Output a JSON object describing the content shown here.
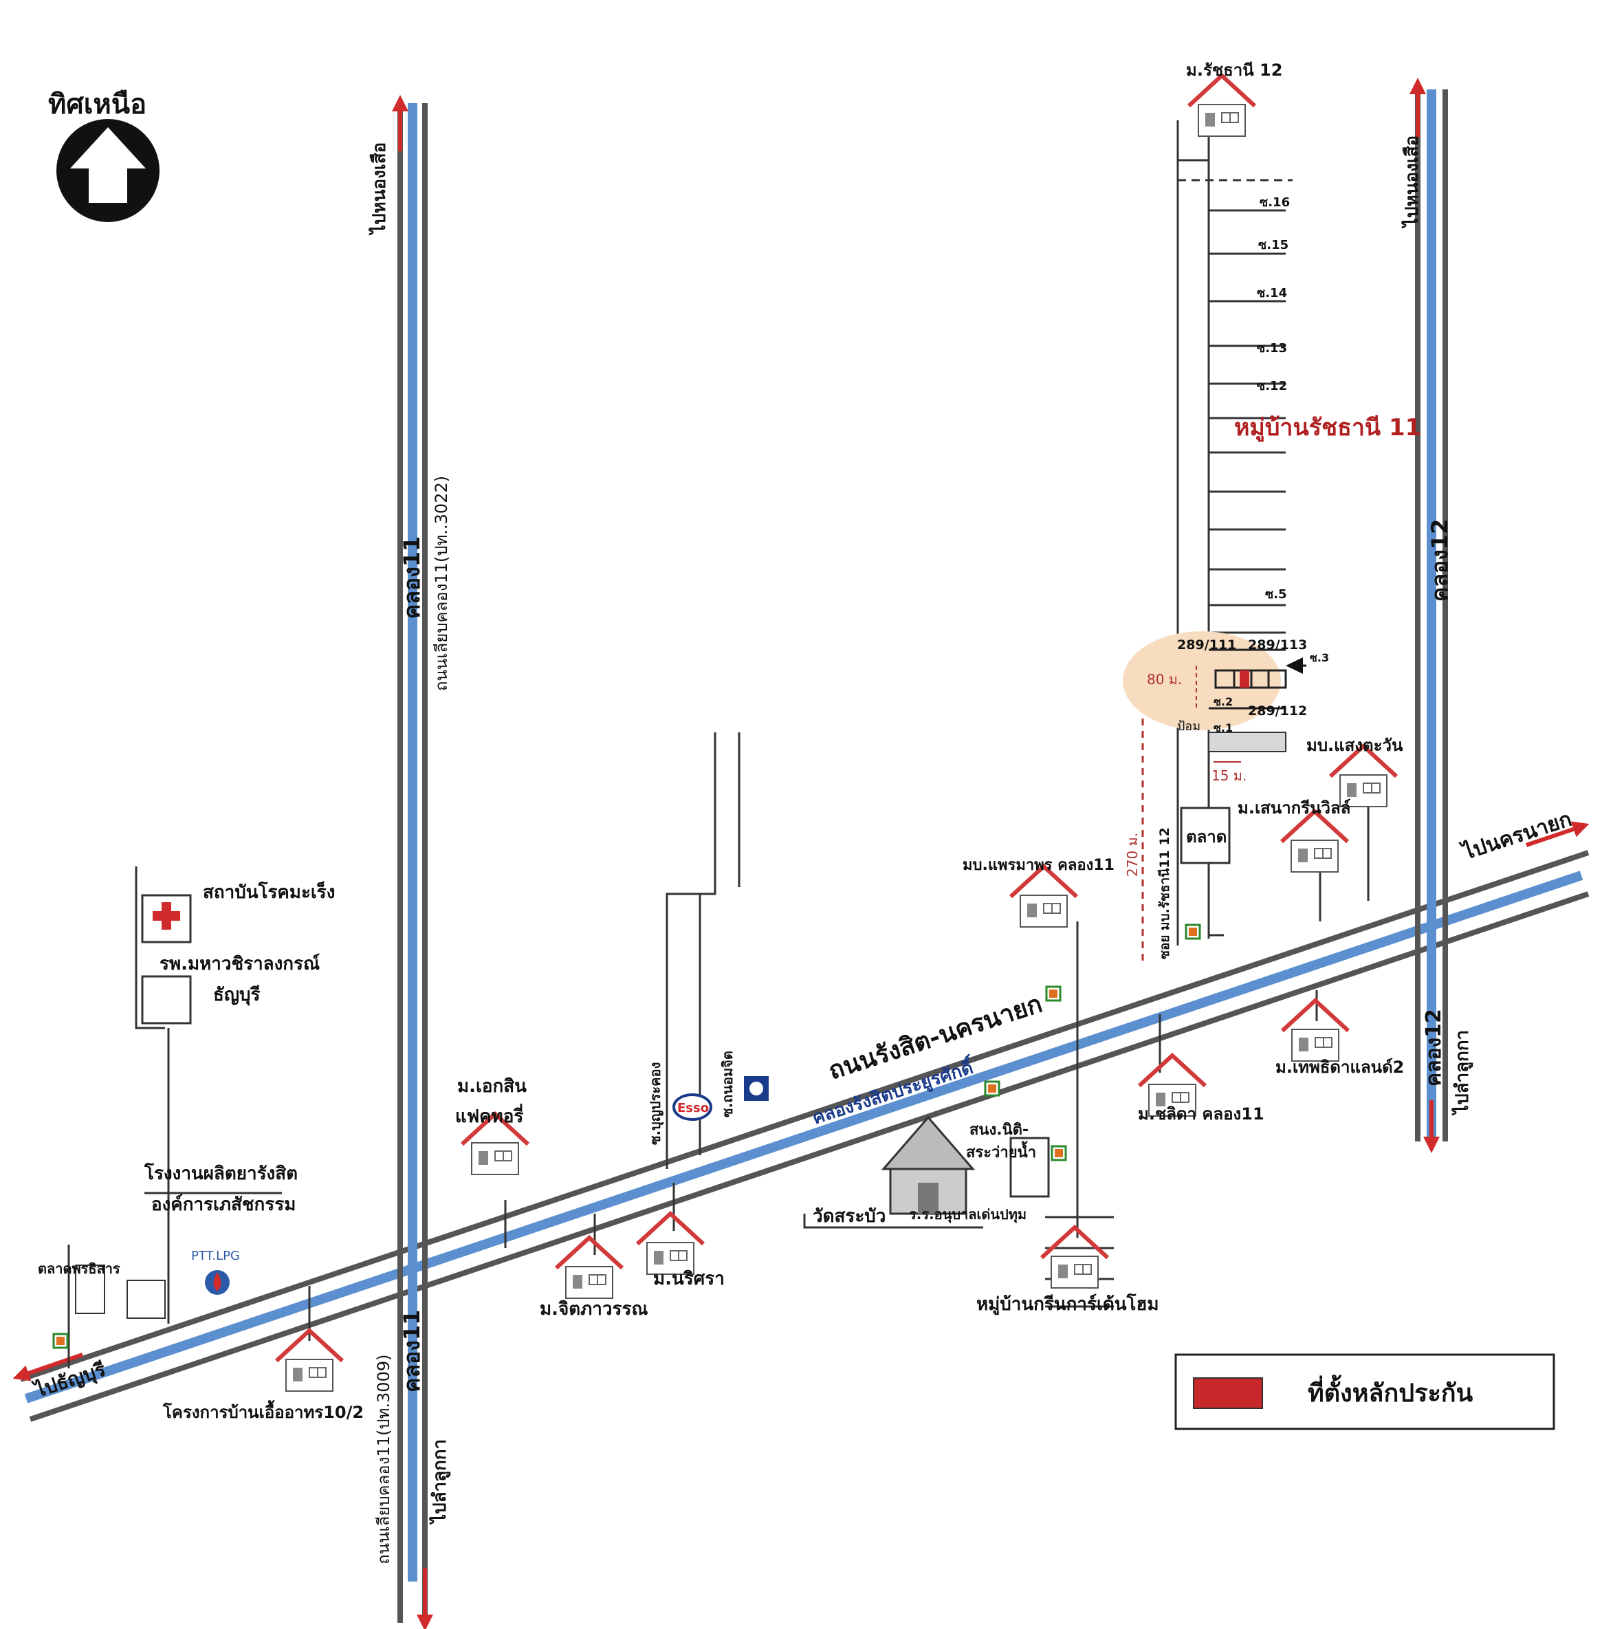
{
  "north": {
    "label": "ทิศเหนือ",
    "icon": "north-arrow-icon"
  },
  "roads": {
    "main_road": "ถนนรังสิต-นครนายก",
    "main_canal": "คลองรังสิตประยูรศักดิ์",
    "to_nakhon_nayok": "ไปนครนายก",
    "to_thanyaburi": "ไปธัญบุรี",
    "klong11_canal_top": "คลอง11",
    "klong11_canal_bottom": "คลอง11",
    "klong11_road_north": "ถนนเลียบคลอง11(ปท..3022)",
    "klong11_road_south": "ถนนเลียบคลอง11(ปท.3009)",
    "to_nong_suea_left": "ไปหนองเสือ",
    "to_lam_luk_ka_left": "ไปลำลูกกา",
    "klong12_top": "คลอง12",
    "klong12_bottom": "คลอง12",
    "to_nong_suea_right": "ไปหนองเสือ",
    "to_lam_luk_ka_right": "ไปลำลูกกา",
    "soi_bunprakong": "ซ.บุญประคอง",
    "soi_thanomchit": "ซ.ถนอมจิต",
    "soi_ratchathani": "ซอย มบ.รัชธานี11   12"
  },
  "places": {
    "cancer_institute": "สถาบันโรคมะเร็ง",
    "hospital_line1": "รพ.มหาวชิราลงกรณ์",
    "hospital_line2": "ธัญบุรี",
    "factory_line1": "โรงงานผลิตยารังสิต",
    "factory_line2": "องค์การเภสัชกรรม",
    "market_left": "ตลาดพรธิสาร",
    "ptt": "PTT.LPG",
    "ua_project": "โครงการบ้านเอื้ออาทร10/2",
    "ekasin_line1": "ม.เอกสิน",
    "ekasin_line2": "แฟคทอรี่",
    "jittaphawan": "ม.จิตภาวรรณ",
    "narissara": "ม.นริศรา",
    "esso": "Esso",
    "wat": "วัดสระบัว",
    "kindergarten": "ร.ร.อนุบาลเด่นปทุม",
    "water_line1": "สนง.นิติ-",
    "water_line2": "สระว่ายน้ำ",
    "green_garden": "หมู่บ้านกรีนการ์เด้นโฮม",
    "phraemaphon": "มบ.แพรมาพร คลอง11",
    "chalida": "ม.ชลิดา คลอง11",
    "thepthida": "ม.เทพธิดาแลนด์2",
    "sena": "ม.เสนากรีนวิลล์",
    "saengtawan": "มบ.แสงตะวัน",
    "talat": "ตลาด",
    "ratchathani12": "ม.รัชธานี 12",
    "ratchathani11": "หมู่บ้านรัชธานี 11"
  },
  "sois": {
    "s16": "ซ.16",
    "s15": "ซ.15",
    "s14": "ซ.14",
    "s13": "ซ.13",
    "s12": "ซ.12",
    "s5": "ซ.5",
    "s3": "ซ.3",
    "s2": "ซ.2",
    "s1": "ซ.1"
  },
  "plots": {
    "p111": "289/111",
    "p113": "289/113",
    "p112": "289/112",
    "gate": "ป้อม"
  },
  "distances": {
    "d80": "80 ม.",
    "d15": "15 ม.",
    "d270": "270 ม."
  },
  "legend": {
    "label": "ที่ตั้งหลักประกัน",
    "swatch_color": "#c8282a"
  },
  "colors": {
    "canal": "#5b8fcf",
    "road": "#555555",
    "arrow": "#d12a2a",
    "house_roof": "#d23a3a",
    "highlight": "#f7dcc0"
  }
}
